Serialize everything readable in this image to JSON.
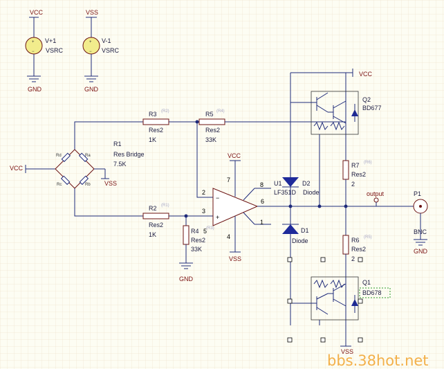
{
  "sources": {
    "v1": {
      "net": "VCC",
      "name": "V+1",
      "type": "VSRC",
      "gnd": "GND"
    },
    "v2": {
      "net": "VSS",
      "name": "V-1",
      "type": "VSRC",
      "gnd": "GND"
    }
  },
  "r1": {
    "ref": "R1",
    "type": "Res Bridge",
    "value": "7.5K",
    "vcc": "VCC",
    "vss": "VSS",
    "pin_rd": "Rd",
    "pin_ra": "Ra",
    "pin_rc": "Rc",
    "pin_rb": "Rb"
  },
  "r3": {
    "ref": "R3",
    "ghost": "(R2)",
    "type": "Res2",
    "value": "1K"
  },
  "r5": {
    "ref": "R5",
    "ghost": "(R4)",
    "type": "Res2",
    "value": "33K"
  },
  "r2": {
    "ref": "R2",
    "ghost": "(R1)",
    "type": "Res2",
    "value": "1K"
  },
  "r4": {
    "ref": "R4",
    "ghost": "(R3)",
    "type": "Res2",
    "value": "33K",
    "gnd": "GND"
  },
  "opamp": {
    "ref": "U1",
    "part": "LF351D",
    "vcc": "VCC",
    "vss": "VSS",
    "pin2": "2",
    "pin3": "3",
    "pin6": "6",
    "pin7": "7",
    "pin4": "4",
    "pin8": "8",
    "pin1": "1",
    "pin5": "5"
  },
  "d2": {
    "ref": "D2",
    "type": "Diode"
  },
  "d1": {
    "ref": "D1",
    "type": "Diode"
  },
  "q2": {
    "ref": "Q2",
    "part": "BD677",
    "vcc": "VCC"
  },
  "q1": {
    "ref": "Q1",
    "part": "BD678",
    "vss": "VSS"
  },
  "r7": {
    "ref": "R7",
    "ghost": "(R6)",
    "type": "Res2",
    "pin": "2"
  },
  "r6": {
    "ref": "R6",
    "ghost": "(R5)",
    "type": "Res2",
    "pin": "2"
  },
  "output": {
    "label": "output"
  },
  "p1": {
    "ref": "P1",
    "type": "BNC",
    "gnd": "GND"
  },
  "watermark": "bbs.38hot.net"
}
